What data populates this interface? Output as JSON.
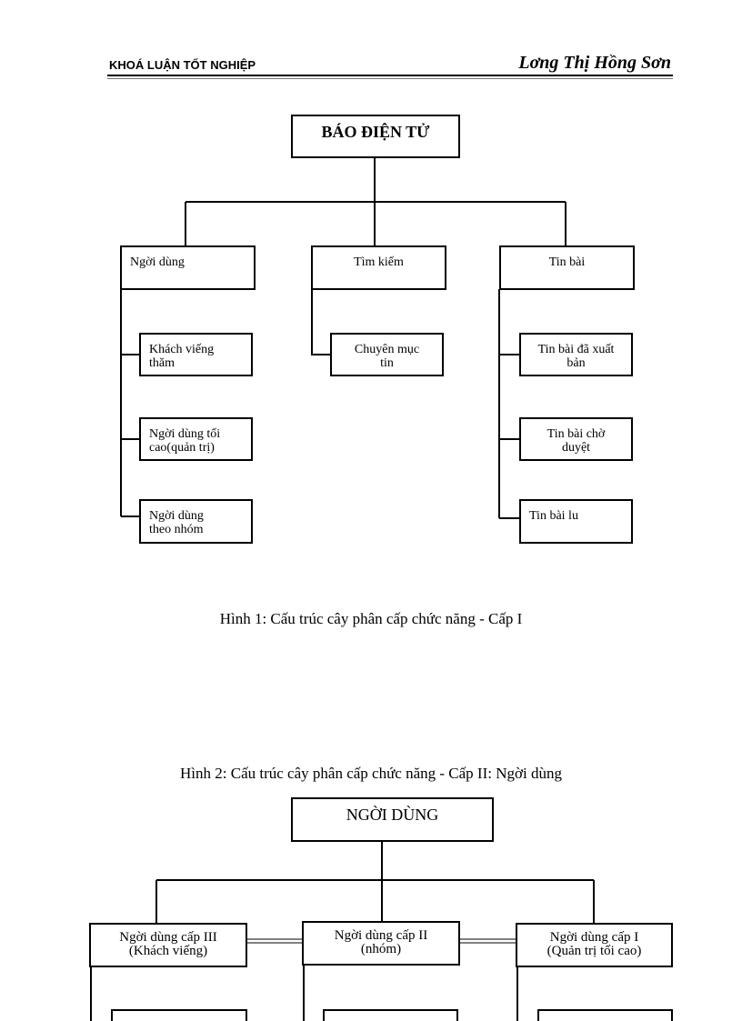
{
  "header": {
    "left": "KHOÁ LUẬN TỐT NGHIỆP",
    "right": "Lơng   Thị Hồng Sơn"
  },
  "figure1": {
    "root": "BÁO ĐIỆN TỬ",
    "branches": [
      {
        "label": "Ngời   dùng",
        "children": [
          "Khách viếng\nthăm",
          "Ngời   dùng tối\ncao(quản trị)",
          "Ngời   dùng\ntheo nhóm"
        ]
      },
      {
        "label": "Tìm kiếm",
        "children": [
          "Chuyên mục\ntin"
        ]
      },
      {
        "label": "Tin bài",
        "children": [
          "Tin bài đã xuất\nbản",
          "Tin bài chờ\nduyệt",
          "Tin bài lu"
        ]
      }
    ],
    "caption": "Hình 1: Cấu trúc cây phân cấp chức năng - Cấp I"
  },
  "figure2": {
    "caption": "Hình 2: Cấu trúc cây phân cấp chức năng - Cấp II: Ngời   dùng",
    "root": "NGỜI   DÙNG",
    "branches": [
      "Ngời   dùng cấp III\n(Khách viếng)",
      "Ngời   dùng cấp II\n(nhóm)",
      "Ngời   dùng cấp I\n(Quản trị tối cao)"
    ]
  }
}
